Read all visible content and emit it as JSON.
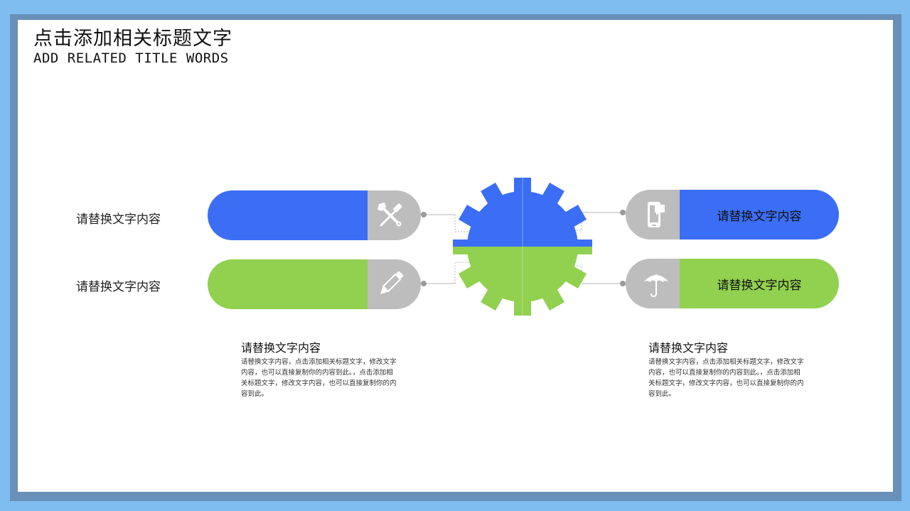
{
  "slide": {
    "title_cn": "点击添加相关标题文字",
    "title_en": "ADD RELATED TITLE WORDS"
  },
  "colors": {
    "background": "#7fbcf0",
    "blue": "#3b6ef5",
    "green": "#92d050",
    "icon_gray": "#bdbdbd"
  },
  "left_items": [
    {
      "label": "请替换文字内容",
      "icon": "tools-icon",
      "color": "blue"
    },
    {
      "label": "请替换文字内容",
      "icon": "pencil-icon",
      "color": "green"
    }
  ],
  "right_items": [
    {
      "label": "请替换文字内容",
      "icon": "mobile-message-icon",
      "color": "blue"
    },
    {
      "label": "请替换文字内容",
      "icon": "umbrella-icon",
      "color": "green"
    }
  ],
  "descriptions": [
    {
      "title": "请替换文字内容",
      "body": "请替换文字内容，点击添加相关标题文字，修改文字内容，也可以直接复制你的内容到此。，点击添加相关标题文字，修改文字内容，也可以直接复制你的内容到此。"
    },
    {
      "title": "请替换文字内容",
      "body": "请替换文字内容，点击添加相关标题文字，修改文字内容，也可以直接复制你的内容到此。，点击添加相关标题文字，修改文字内容，也可以直接复制你的内容到此。"
    }
  ],
  "center": {
    "icon": "gear-icon",
    "top_color": "blue",
    "bottom_color": "green"
  }
}
